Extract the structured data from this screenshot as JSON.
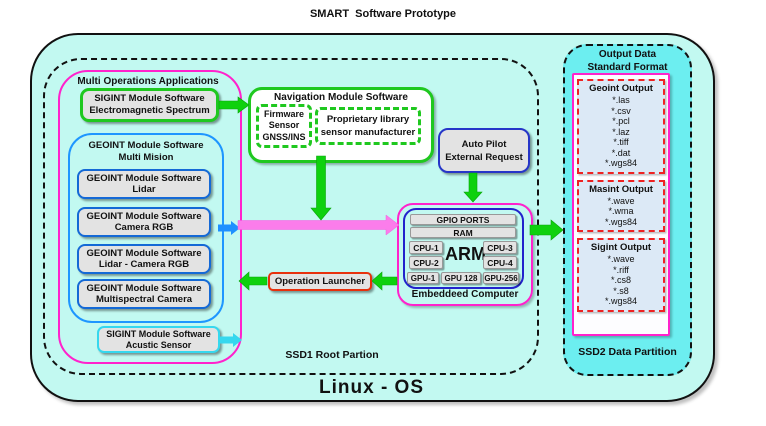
{
  "title": "SMART  Software Prototype",
  "os_label": "Linux - OS",
  "ssd1": {
    "label": "SSD1 Root Partion"
  },
  "ssd2": {
    "header_line1": "Output Data",
    "header_line2": "Standard Format",
    "label": "SSD2 Data Partition",
    "outputs": [
      {
        "title": "Geoint Output",
        "items": [
          "*.las",
          "*.csv",
          "*.pcl",
          "*.laz",
          "*.tiff",
          "*.dat",
          "*.wgs84"
        ]
      },
      {
        "title": "Masint Output",
        "items": [
          "*.wave",
          "*.wma",
          "*.wgs84"
        ]
      },
      {
        "title": "Sigint Output",
        "items": [
          "*.wave",
          "*.riff",
          "*.cs8",
          "*.s8",
          "*.wgs84"
        ]
      }
    ]
  },
  "apps": {
    "label": "Multi Operations Applications",
    "sigint_em": {
      "line1": "SIGINT Module Software",
      "line2": "Electromagnetic Spectrum"
    },
    "geoint": {
      "label_line1": "GEOINT Module Software",
      "label_line2": "Multi Mision",
      "boxes": [
        {
          "line1": "GEOINT Module Software",
          "line2": "Lidar"
        },
        {
          "line1": "GEOINT Module Software",
          "line2": "Camera RGB"
        },
        {
          "line1": "GEOINT Module Software",
          "line2": "Lidar - Camera RGB"
        },
        {
          "line1": "GEOINT Module Software",
          "line2": "Multispectral Camera"
        }
      ]
    },
    "sigint_acustic": {
      "line1": "SIGINT Module Software",
      "line2": "Acustic Sensor"
    }
  },
  "navigation": {
    "label": "Navigation Module Software",
    "firmware": {
      "line1": "Firmware",
      "line2": "Sensor",
      "line3": "GNSS/INS"
    },
    "proprietary": {
      "line1": "Proprietary library",
      "line2": "sensor manufacturer"
    }
  },
  "autopilot": {
    "line1": "Auto Pilot",
    "line2": "External Request"
  },
  "computer": {
    "label": "Embeddeed Computer",
    "gpio": "GPIO PORTS",
    "ram": "RAM",
    "arm": "ARM",
    "cpus": [
      "CPU-1",
      "CPU-2",
      "CPU-3",
      "CPU-4"
    ],
    "gpus": [
      "GPU-1",
      "GPU 128",
      "GPU-256"
    ]
  },
  "launcher": {
    "label": "Operation Launcher"
  },
  "colors": {
    "background": "#C2F9F1",
    "ssd2_panel": "#6CEEF0",
    "green": "#1FC81F",
    "magenta": "#FF22CC",
    "magenta_arrow": "#FB7DEB",
    "blue": "#1E96FF",
    "dark_blue": "#2635C8",
    "cyan": "#35D8EE",
    "red": "#E8300C",
    "dashed_red": "#EE2222",
    "gray_box": "#E3E3E3",
    "output_box_fill": "#DCE9F6"
  }
}
